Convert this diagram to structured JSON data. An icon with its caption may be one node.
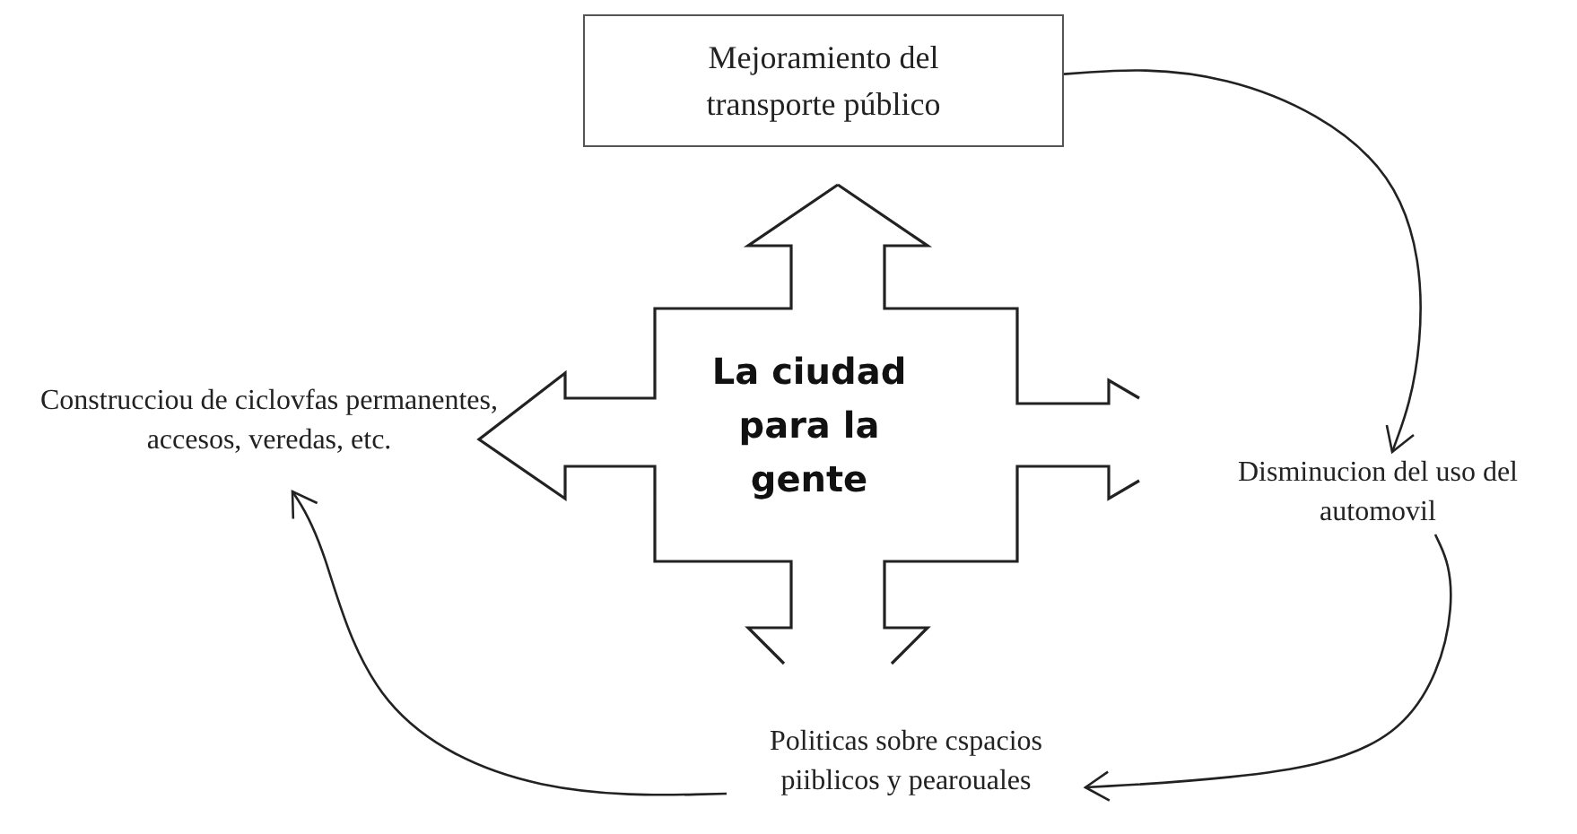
{
  "diagram": {
    "nodes": [
      {
        "text": [
          "Mejoramiento del transporte público"
        ]
      },
      {
        "text": [
          "La ciudad para la gente"
        ]
      },
      {
        "text": [
          "Construcciou de ciclovfas permanentes, accesos, veredas, etc."
        ]
      },
      {
        "text": [
          "Disminucion del uso del automovil"
        ]
      },
      {
        "text": [
          "Politicas sobre cspacios piiblicos y pearouales"
        ]
      }
    ],
    "edges": [
      {
        "from": 0,
        "to": 3,
        "arrow": "to"
      },
      {
        "from": 3,
        "to": 4,
        "arrow": "to"
      },
      {
        "from": 4,
        "to": 2,
        "arrow": "to"
      }
    ]
  }
}
